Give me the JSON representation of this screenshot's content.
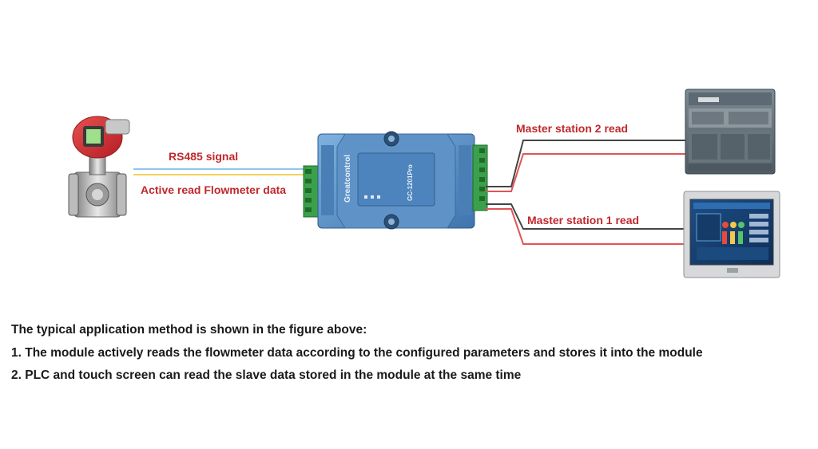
{
  "diagram": {
    "labels": {
      "rs485_signal": "RS485 signal",
      "active_read": "Active read Flowmeter data",
      "master_station_2": "Master station 2 read",
      "master_station_1": "Master station 1 read"
    },
    "module": {
      "brand": "Greatcontrol",
      "model": "GC-1201Pro"
    },
    "colors": {
      "label_red": "#c0282d",
      "wire_red": "#e05555",
      "wire_dark": "#444444",
      "wire_blue": "#8ec8ea",
      "wire_yellow": "#f2d35a",
      "module_blue": "#5c8fc4",
      "terminal_green": "#3aa14a"
    }
  },
  "caption": {
    "heading": "The typical application method is shown in the figure above:",
    "line1": "1. The module actively reads the flowmeter data according to the configured parameters and stores it into the module",
    "line2": "2. PLC and touch screen can read the slave data stored in the module at the same time"
  }
}
